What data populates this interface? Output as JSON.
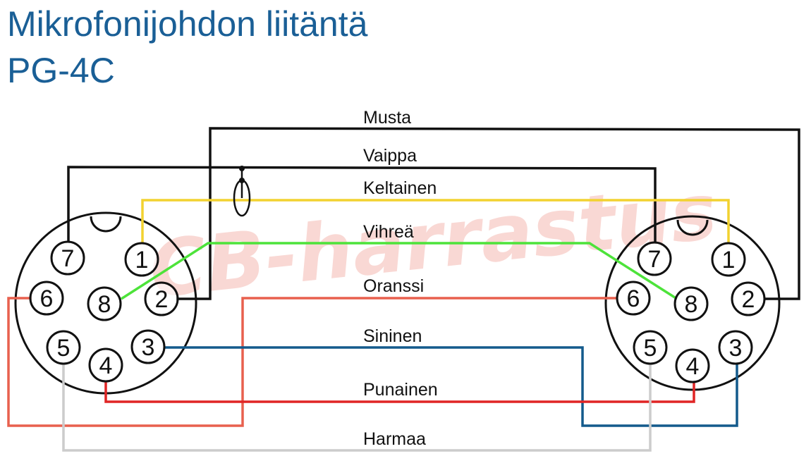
{
  "title": {
    "line1": "Mikrofonijohdon liitäntä",
    "line2": "PG-4C"
  },
  "watermark": "CB-harrastus",
  "colors": {
    "title": "#1a5f96",
    "musta": "#111111",
    "vaippa": "#111111",
    "keltainen": "#f2d230",
    "vihrea": "#4de33a",
    "oranssi": "#e8604e",
    "sininen": "#135a8c",
    "punainen": "#e02525",
    "harmaa": "#cccccc"
  },
  "connectors": {
    "left": {
      "pins": [
        "1",
        "2",
        "3",
        "4",
        "5",
        "6",
        "7",
        "8"
      ]
    },
    "right": {
      "pins": [
        "1",
        "2",
        "3",
        "4",
        "5",
        "6",
        "7",
        "8"
      ]
    }
  },
  "wires": [
    {
      "label": "Musta",
      "from_pin": "2",
      "to_pin": "2"
    },
    {
      "label": "Vaippa",
      "from_pin": "7",
      "to_pin": "7"
    },
    {
      "label": "Keltainen",
      "from_pin": "1",
      "to_pin": "1"
    },
    {
      "label": "Vihreä",
      "from_pin": "8",
      "to_pin": "8"
    },
    {
      "label": "Oranssi",
      "from_pin": "6",
      "to_pin": "6"
    },
    {
      "label": "Sininen",
      "from_pin": "3",
      "to_pin": "3"
    },
    {
      "label": "Punainen",
      "from_pin": "4",
      "to_pin": "4"
    },
    {
      "label": "Harmaa",
      "from_pin": "5",
      "to_pin": "5"
    }
  ]
}
